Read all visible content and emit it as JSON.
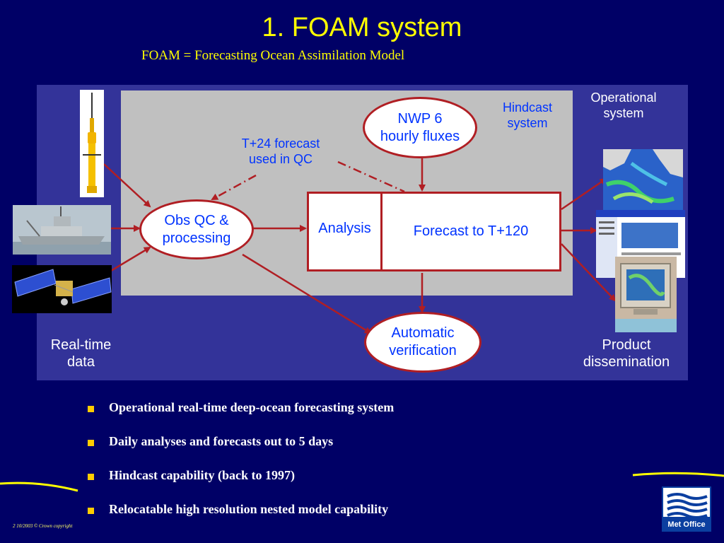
{
  "title": "1. FOAM system",
  "subtitle": "FOAM = Forecasting Ocean Assimilation Model",
  "diagram": {
    "operational_system": "Operational\nsystem",
    "hindcast_system": "Hindcast\nsystem",
    "t24_forecast": "T+24 forecast\nused in QC",
    "nwp_fluxes": "NWP 6\nhourly fluxes",
    "obs_qc": "Obs QC &\nprocessing",
    "analysis": "Analysis",
    "forecast": "Forecast to T+120",
    "verification": "Automatic\nverification",
    "realtime_data": "Real-time\ndata",
    "product_dissemination": "Product\ndissemination"
  },
  "bullets": [
    "Operational real-time deep-ocean forecasting system",
    "Daily analyses and forecasts out to 5 days",
    "Hindcast capability (back to 1997)",
    "Relocatable high resolution nested model capability"
  ],
  "footer": "2    10/2003    © Crown copyright",
  "logo_text": "Met Office",
  "colors": {
    "background": "#000066",
    "title": "#ffff00",
    "panel_outer": "#333399",
    "panel_inner": "#c0c0c0",
    "node_border": "#b01e23",
    "node_text": "#0033ff",
    "arrow": "#b01e23",
    "bullet_square": "#ffcc00"
  },
  "icons": [
    "ocean-float-icon",
    "research-ship-icon",
    "satellite-icon",
    "ocean-map-icon",
    "webpage-icon",
    "monitor-icon",
    "met-office-logo"
  ]
}
